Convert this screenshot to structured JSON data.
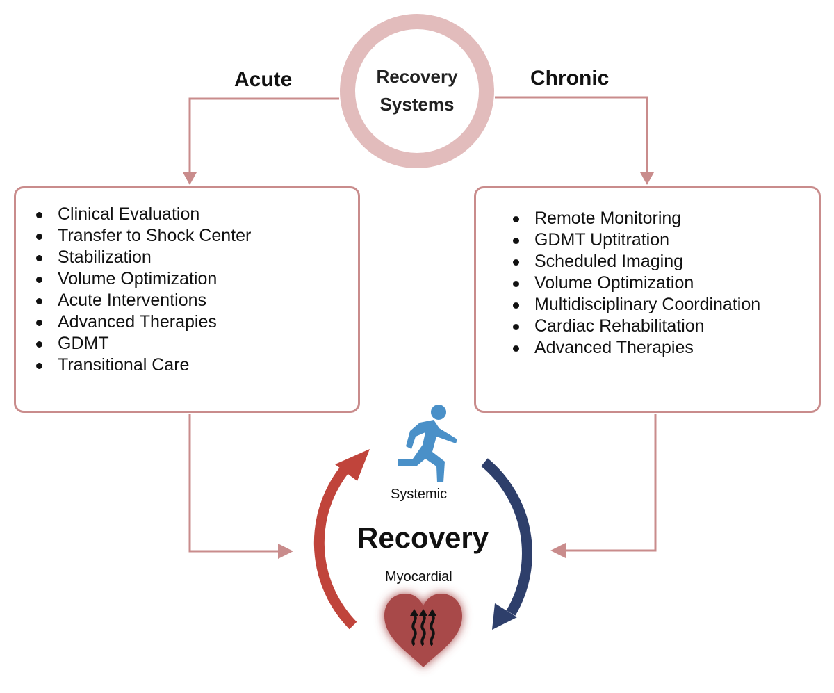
{
  "center_title": "Recovery Systems",
  "branches": {
    "left": "Acute",
    "right": "Chronic"
  },
  "acute_items": [
    "Clinical Evaluation",
    "Transfer to Shock Center",
    "Stabilization",
    "Volume Optimization",
    "Acute Interventions",
    "Advanced Therapies",
    "GDMT",
    "Transitional Care"
  ],
  "chronic_items": [
    "Remote Monitoring",
    "GDMT Uptitration",
    "Scheduled Imaging",
    "Volume Optimization",
    "Multidisciplinary Coordination",
    "Cardiac Rehabilitation",
    "Advanced Therapies"
  ],
  "cycle": {
    "center": "Recovery",
    "top": "Systemic",
    "bottom": "Myocardial"
  },
  "icons": [
    "running-person-icon",
    "heart-icon",
    "up-arrows-icon"
  ],
  "colors": {
    "ring": "#e2bcbc",
    "connector": "#c98c8c",
    "red_arc": "#c0443b",
    "blue_arc": "#2e3f6b",
    "person": "#4a90c8",
    "heart": "#a8484a"
  }
}
